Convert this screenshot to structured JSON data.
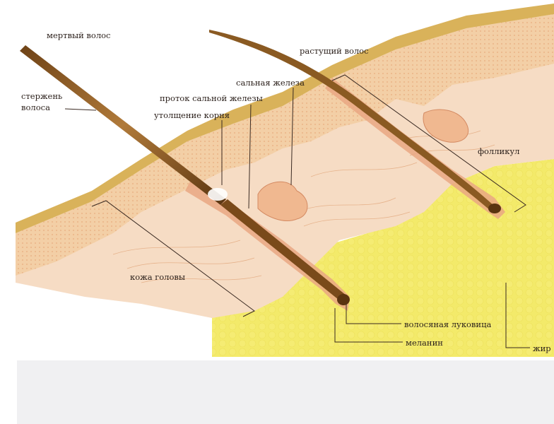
{
  "labels": {
    "dead_hair": "мертвый волос",
    "shaft_line1": "стержень",
    "shaft_line2": "волоса",
    "root_bulge": "утолщение корня",
    "gland_duct": "проток сальной железы",
    "sebaceous_gland": "сальная железа",
    "growing_hair": "растущий волос",
    "follicle": "фолликул",
    "scalp": "кожа головы",
    "hair_bulb": "волосяная луковица",
    "melanin": "меланин",
    "fat": "жир"
  },
  "colors": {
    "background": "#ffffff",
    "bottom_panel": "#f0f0f2",
    "epidermis": "#d9b25a",
    "dermis": "#f3cfa6",
    "dermis_dots": "#e3a070",
    "tissue": "#f6dcc4",
    "fat": "#f3ea6a",
    "hair": "#8a5a22",
    "follicle_wall": "#e9a783"
  }
}
